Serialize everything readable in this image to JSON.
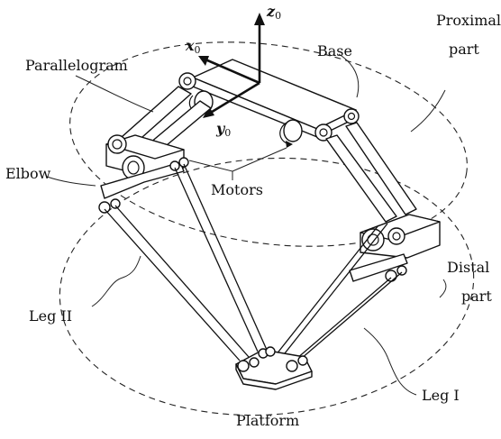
{
  "labels": {
    "z_axis": "z",
    "z_sub": "0",
    "x_axis": "x",
    "x_sub": "0",
    "y_axis": "y",
    "y_sub": "0",
    "parallelogram": "Parallelogram",
    "base": "Base",
    "proximal_line1": "Proximal",
    "proximal_line2": "part",
    "elbow": "Elbow",
    "motors": "Motors",
    "leg_ii": "Leg II",
    "distal_line1": "Distal",
    "distal_line2": "part",
    "leg_i": "Leg I",
    "platform": "Platform"
  }
}
